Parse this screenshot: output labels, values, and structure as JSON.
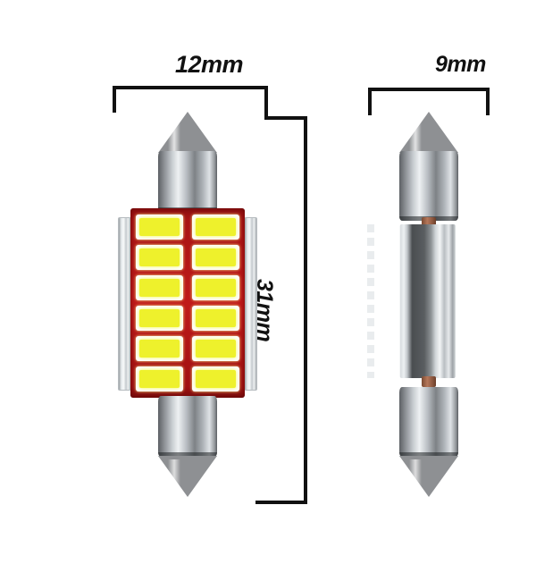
{
  "image": {
    "subject": "LED festoon bulb product dimension diagram",
    "background_color": "#ffffff",
    "line_color": "#111111"
  },
  "dimensions": {
    "width_front": "12mm",
    "width_side": "9mm",
    "length": "31mm"
  },
  "bulb_front": {
    "pcb_color": "#c01a1a",
    "led_color": "#eef12c",
    "cap_color": "#8e9093",
    "led_rows": 6,
    "led_columns": 2,
    "led_total": 12
  },
  "bulb_side": {
    "body_color": "#8d9295",
    "cap_color": "#8e9093",
    "pin_color": "#b5775a"
  }
}
